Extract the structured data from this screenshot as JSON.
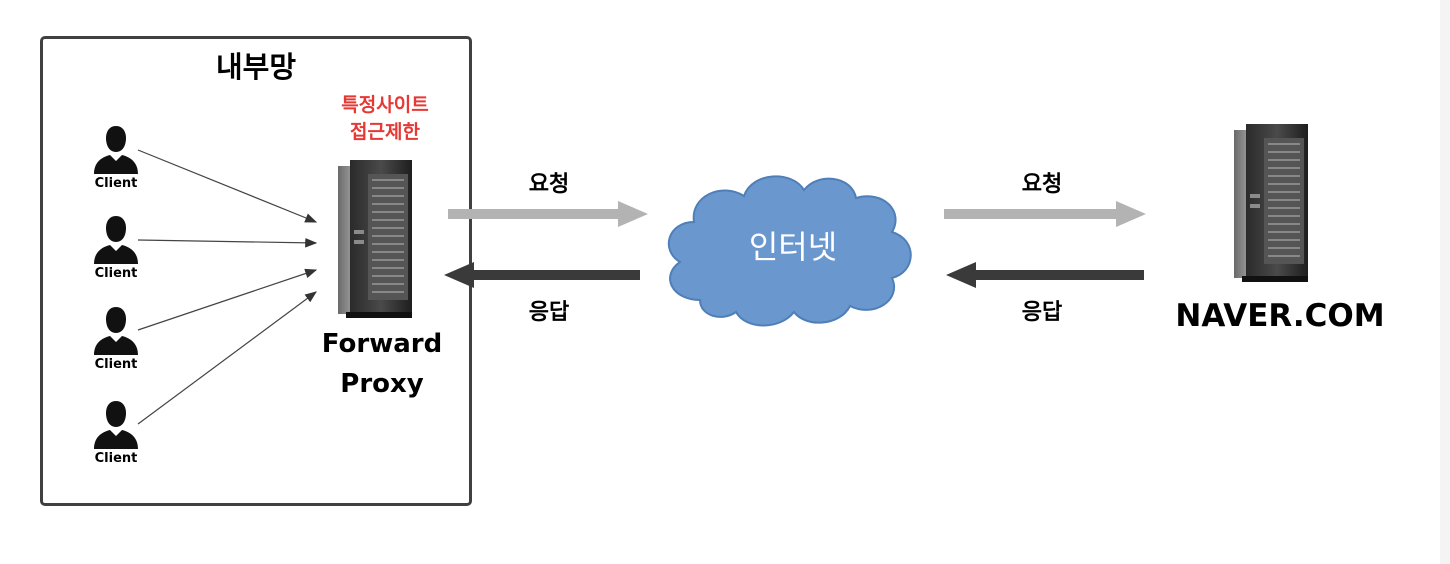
{
  "internal_network": {
    "title": "내부망",
    "restriction_note": [
      "특정사이트",
      "접근제한"
    ],
    "clients": [
      "Client",
      "Client",
      "Client",
      "Client"
    ],
    "proxy_label": [
      "Forward",
      "Proxy"
    ]
  },
  "flows": {
    "left": {
      "request": "요청",
      "response": "응답"
    },
    "right": {
      "request": "요청",
      "response": "응답"
    }
  },
  "internet_label": "인터넷",
  "server_label": "NAVER.COM",
  "colors": {
    "request_arrow": "#b3b3b3",
    "response_arrow": "#3a3a3a",
    "cloud_fill": "#6b97cf",
    "cloud_stroke": "#4f7fb8",
    "restriction_text": "#e53935"
  }
}
